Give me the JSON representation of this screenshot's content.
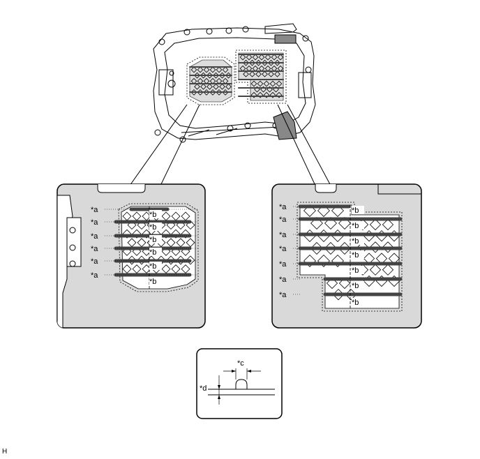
{
  "labels": {
    "a": "*a",
    "b": "*b",
    "c": "*c",
    "d": "*d"
  },
  "corner_code": "H",
  "colors": {
    "line": "#000000",
    "panel_fill": "#d9d9d9",
    "bead": "#444444"
  }
}
